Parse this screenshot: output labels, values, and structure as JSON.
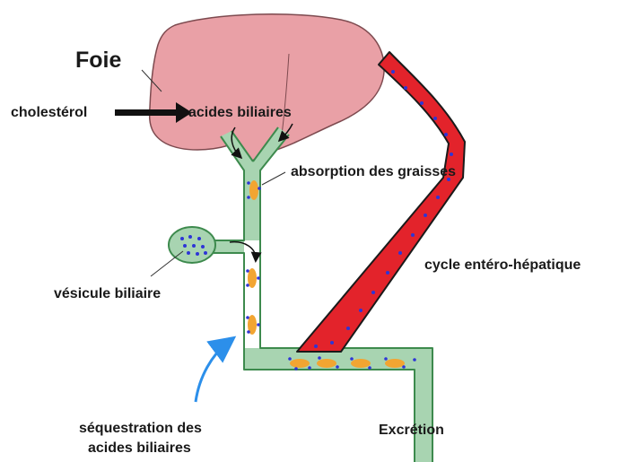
{
  "title": "Foie",
  "labels": {
    "cholesterol": "cholestérol",
    "acides": "acides biliaires",
    "absorption": "absorption des graisses",
    "cycle": "cycle entéro-hépatique",
    "vesicule": "vésicule biliaire",
    "sequestration_line1": "séquestration des",
    "sequestration_line2": "acides biliaires",
    "excretion": "Excrétion"
  },
  "colors": {
    "liver_fill": "#e9a0a6",
    "liver_stroke": "#7d4a4f",
    "duct_fill": "#a8d4b1",
    "duct_stroke": "#3d8a4d",
    "vessel_fill": "#e3232b",
    "vessel_stroke": "#1a1a1a",
    "fat_globule": "#f2a532",
    "bile_acid_dot": "#2e35d6",
    "sequestration_arrow": "#2c8fea"
  },
  "icons": {
    "main_arrow": "thick-right-arrow-icon",
    "flow_arrows": "curved-arrow-icon",
    "sequestration_arrow": "blue-curved-arrow-icon"
  }
}
